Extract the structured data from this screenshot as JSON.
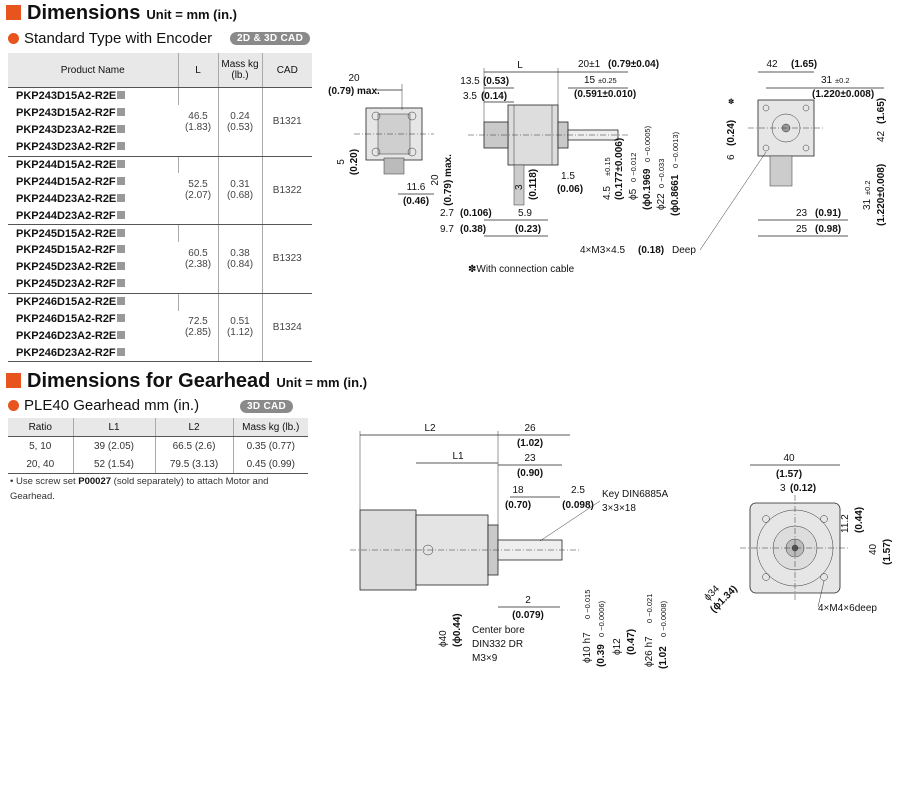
{
  "section1": {
    "title": "Dimensions",
    "unit": "Unit = mm (in.)"
  },
  "subsection1": {
    "title": "Standard Type with Encoder",
    "badge": "2D & 3D CAD"
  },
  "table1": {
    "headers": [
      "Product Name",
      "L",
      "Mass kg (lb.)",
      "CAD"
    ],
    "groups": [
      {
        "products": [
          "PKP243D15A2-R2E",
          "PKP243D15A2-R2F",
          "PKP243D23A2-R2E",
          "PKP243D23A2-R2F"
        ],
        "L": "46.5",
        "L_in": "(1.83)",
        "mass": "0.24",
        "mass_in": "(0.53)",
        "cad": "B1321"
      },
      {
        "products": [
          "PKP244D15A2-R2E",
          "PKP244D15A2-R2F",
          "PKP244D23A2-R2E",
          "PKP244D23A2-R2F"
        ],
        "L": "52.5",
        "L_in": "(2.07)",
        "mass": "0.31",
        "mass_in": "(0.68)",
        "cad": "B1322"
      },
      {
        "products": [
          "PKP245D15A2-R2E",
          "PKP245D15A2-R2F",
          "PKP245D23A2-R2E",
          "PKP245D23A2-R2F"
        ],
        "L": "60.5",
        "L_in": "(2.38)",
        "mass": "0.38",
        "mass_in": "(0.84)",
        "cad": "B1323"
      },
      {
        "products": [
          "PKP246D15A2-R2E",
          "PKP246D15A2-R2F",
          "PKP246D23A2-R2E",
          "PKP246D23A2-R2F"
        ],
        "L": "72.5",
        "L_in": "(2.85)",
        "mass": "0.51",
        "mass_in": "(1.12)",
        "cad": "B1324"
      }
    ]
  },
  "section2": {
    "title": "Dimensions for Gearhead",
    "unit": "Unit = mm (in.)"
  },
  "subsection2": {
    "title": "PLE40 Gearhead mm (in.)",
    "badge": "3D CAD"
  },
  "table2": {
    "headers": [
      "Ratio",
      "L1",
      "L2",
      "Mass kg (lb.)"
    ],
    "rows": [
      [
        "5, 10",
        "39 (2.05)",
        "66.5 (2.6)",
        "0.35 (0.77)"
      ],
      [
        "20, 40",
        "52 (1.54)",
        "79.5 (3.13)",
        "0.45 (0.99)"
      ]
    ]
  },
  "note": {
    "prefix": "• Use screw set ",
    "part": "P00027",
    "suffix": " (sold separately) to attach Motor and Gearhead."
  },
  "drawing1": {
    "d20": "20",
    "d079max": "(0.79) max.",
    "d5": "5",
    "d020": "(0.20)",
    "d116": "11.6",
    "d046": "(0.46)",
    "d20v": "20",
    "d079maxv": "(0.79) max.",
    "d135": "13.5",
    "d053": "(0.53)",
    "d35": "3.5",
    "d014": "(0.14)",
    "dL": "L",
    "d20pm": "20±1",
    "d079pm": "(0.79±0.04)",
    "d15": "15",
    "d025": "±0.25",
    "d0591": "(0.591±0.010)",
    "d3": "3",
    "d0118": "(0.118)",
    "d15b": "1.5",
    "d006": "(0.06)",
    "d45": "4.5",
    "d015": "±0.15",
    "d0177": "(0.177±0.006)",
    "phi5": "ϕ5",
    "phi5tol": "0 −0.012",
    "phi01969": "(ϕ0.1969",
    "phi01969tol": "0 −0.0005)",
    "phi22": "ϕ22",
    "phi22tol": "0 −0.033",
    "phi08661": "(ϕ0.8661",
    "phi08661tol": "0 −0.0013)",
    "d27": "2.7",
    "d0106": "(0.106)",
    "d97": "9.7",
    "d038": "(0.38)",
    "d59": "5.9",
    "d023": "(0.23)",
    "d42": "42",
    "d165": "(1.65)",
    "d31": "31",
    "d02": "±0.2",
    "d1220": "(1.220±0.008)",
    "d6": "6",
    "d024": "(0.24)",
    "star": "✽",
    "d42v": "42",
    "d165v": "(1.65)",
    "d31v": "31",
    "d02v": "±0.2",
    "d1220v": "(1.220±0.008)",
    "d23": "23",
    "d091": "(0.91)",
    "d25": "25",
    "d098": "(0.98)",
    "screw": "4×M3×4.5",
    "screw_in": "(0.18)",
    "screw_deep": "Deep",
    "cable_note": "✽With connection cable"
  },
  "drawing2": {
    "L2": "L2",
    "L1": "L1",
    "d26": "26",
    "d102": "(1.02)",
    "d23": "23",
    "d090": "(0.90)",
    "d18": "18",
    "d070": "(0.70)",
    "d25": "2.5",
    "d0098": "(0.098)",
    "key": "Key DIN6885A",
    "key2": "3×3×18",
    "d2": "2",
    "d0079": "(0.079)",
    "phi40": "ϕ40",
    "phi044": "(ϕ0.44)",
    "bore1": "Center bore",
    "bore2": "DIN332 DR",
    "bore3": "M3×9",
    "phi10h7": "ϕ10 h7",
    "phi10tol": "0 −0.015",
    "phi039": "(0.39",
    "phi039tol": "0 −0.0006)",
    "phi12": "ϕ12",
    "d047": "(0.47)",
    "phi26h7": "ϕ26 h7",
    "phi26tol": "0 −0.021",
    "phi102": "(1.02",
    "phi102tol": "0 −0.0008)",
    "d40": "40",
    "d157": "(1.57)",
    "d3": "3",
    "d012": "(0.12)",
    "d112": "11.2",
    "d044": "(0.44)",
    "d40v": "40",
    "d157v": "(1.57)",
    "phi34": "ϕ34",
    "phi134": "(ϕ1.34)",
    "screw": "4×M4×6deep"
  }
}
